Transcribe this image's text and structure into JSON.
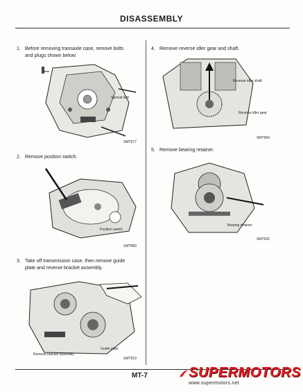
{
  "header": {
    "title": "DISASSEMBLY"
  },
  "steps": [
    {
      "num": "1.",
      "text_line1": "Before removing transaxle case, remove bolts",
      "text_line2": "and plugs shown below.",
      "callout1": "Special bolt",
      "code": "SMT977"
    },
    {
      "num": "2.",
      "text_line1": "Remove position switch.",
      "callout1": "Position switch",
      "code": "SMT883"
    },
    {
      "num": "3.",
      "text_line1": "Take off transmission case, then remove guide",
      "text_line2": "plate and reverse bracket assembly.",
      "callout1": "Guide plate",
      "callout2": "Reverse bracket assembly",
      "code": "SMT919"
    },
    {
      "num": "4.",
      "text_line1": "Remove reverse idler gear and shaft.",
      "callout1": "Reverse idler shaft",
      "callout2": "Reverse idler gear",
      "code": "SMT954"
    },
    {
      "num": "5.",
      "text_line1": "Remove bearing retainer.",
      "callout1": "Bearing retainer",
      "code": "SMT920"
    }
  ],
  "footer": {
    "page_number": "MT-7"
  },
  "watermark": {
    "brand": "SUPERMOTORS",
    "url": "www.supermotors.net",
    "color": "#d91f26"
  }
}
